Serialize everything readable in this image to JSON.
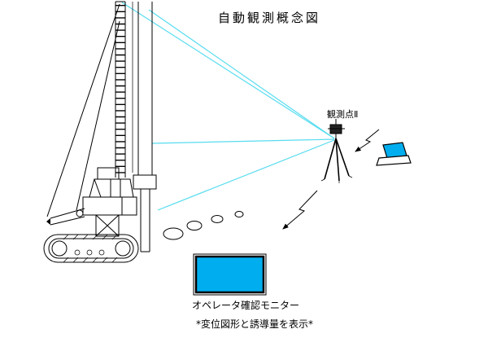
{
  "title": "自動観測概念図",
  "colors": {
    "beam": "#57dcf0",
    "screen": "#00aeef",
    "line": "#000000",
    "background": "#ffffff"
  },
  "labels": {
    "observation_point": "観測点Ⅱ",
    "operator_monitor": "オペレータ確認モニター",
    "footnote": "*変位図形と誘導量を表示*"
  },
  "icons": {
    "machine": "pile-driver-machine-icon",
    "station": "total-station-tripod-icon",
    "laptop": "laptop-icon",
    "signal": "lightning-signal-arrow-icon",
    "bubbles": "dotted-bubble-trail-icon",
    "monitor": "monitor-screen-icon"
  }
}
